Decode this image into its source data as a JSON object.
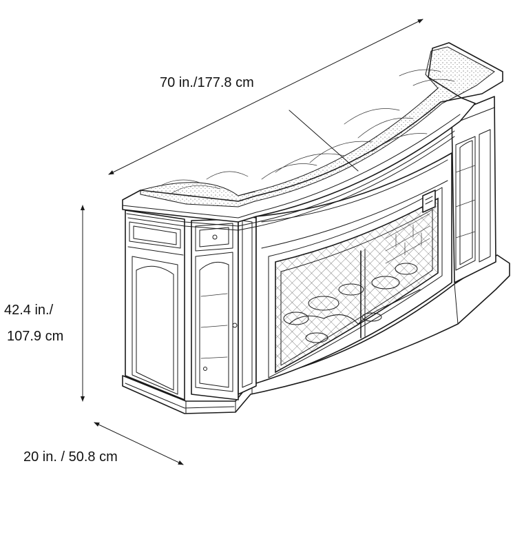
{
  "dimensions": {
    "width_label": "70 in./177.8 cm",
    "height_label_line1": "42.4 in./",
    "height_label_line2": "107.9 cm",
    "depth_label": "20 in. / 50.8 cm"
  },
  "colors": {
    "line": "#1a1a1a",
    "background": "#ffffff"
  }
}
